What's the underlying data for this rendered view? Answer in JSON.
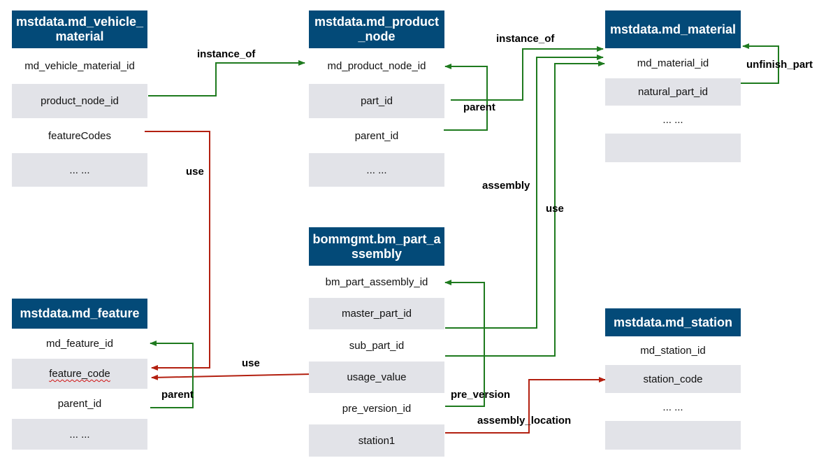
{
  "colors": {
    "header_bg": "#034a78",
    "row_shade": "#e2e3e8",
    "green": "#1e7a1e",
    "red": "#b32010"
  },
  "tables": {
    "vehicle_material": {
      "title": "mstdata.md_vehicle_material",
      "rows": [
        "md_vehicle_material_id",
        "product_node_id",
        "featureCodes",
        "... ..."
      ]
    },
    "product_node": {
      "title": "mstdata.md_product_node",
      "rows": [
        "md_product_node_id",
        "part_id",
        "parent_id",
        "... ..."
      ]
    },
    "material": {
      "title": "mstdata.md_material",
      "rows": [
        "md_material_id",
        "natural_part_id",
        "... ...",
        ""
      ]
    },
    "part_assembly": {
      "title": "bommgmt.bm_part_assembly",
      "rows": [
        "bm_part_assembly_id",
        "master_part_id",
        "sub_part_id",
        "usage_value",
        "pre_version_id",
        "station1"
      ]
    },
    "feature": {
      "title": "mstdata.md_feature",
      "rows": [
        "md_feature_id",
        "feature_code",
        "parent_id",
        "... ..."
      ]
    },
    "station": {
      "title": "mstdata.md_station",
      "rows": [
        "md_station_id",
        "station_code",
        "... ...",
        ""
      ]
    }
  },
  "links": {
    "vm_instance_of": "instance_of",
    "pn_instance_of": "instance_of",
    "pn_parent": "parent",
    "mat_unfinish_part": "unfinish_part",
    "vm_use": "use",
    "pa_assembly": "assembly",
    "pa_use_material": "use",
    "pa_use_feature": "use",
    "feat_parent": "parent",
    "pa_pre_version": "pre_version",
    "pa_assembly_location": "assembly_location"
  }
}
